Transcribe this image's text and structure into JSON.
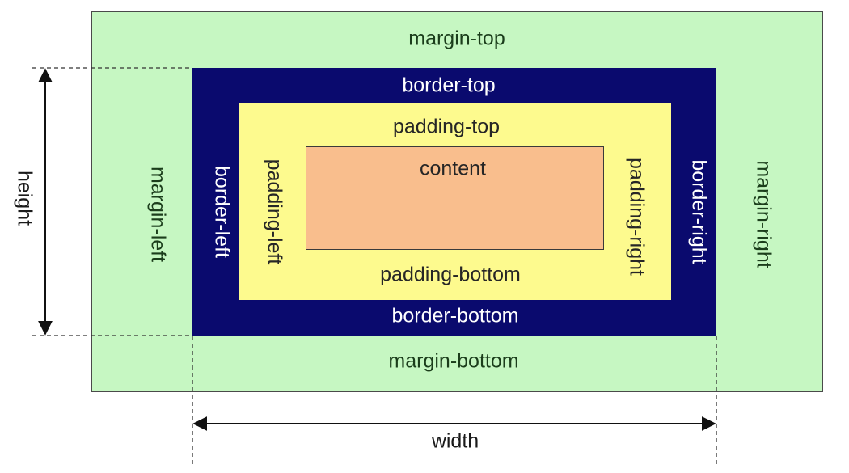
{
  "margin": {
    "top": "margin-top",
    "bottom": "margin-bottom",
    "left": "margin-left",
    "right": "margin-right"
  },
  "border": {
    "top": "border-top",
    "bottom": "border-bottom",
    "left": "border-left",
    "right": "border-right"
  },
  "padding": {
    "top": "padding-top",
    "bottom": "padding-bottom",
    "left": "padding-left",
    "right": "padding-right"
  },
  "content": "content",
  "dimensions": {
    "height": "height",
    "width": "width"
  },
  "colors": {
    "margin": "#c6f7c2",
    "border": "#0a0a6e",
    "padding": "#fdfa8e",
    "content": "#f9be8d"
  }
}
